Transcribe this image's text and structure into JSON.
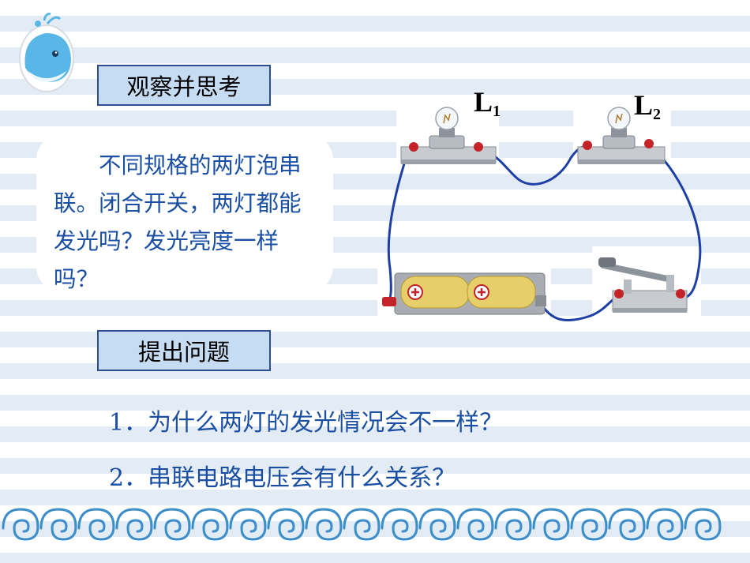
{
  "section1": {
    "title": "观察并思考"
  },
  "bubble": {
    "text": "不同规格的两灯泡串联。闭合开关，两灯都能发光吗？发光亮度一样吗？"
  },
  "section2": {
    "title": "提出问题"
  },
  "questions": [
    {
      "text": "1．为什么两灯的发光情况会不一样？"
    },
    {
      "text": "2．串联电路电压会有什么关系？"
    }
  ],
  "circuit": {
    "lamp1": {
      "letter": "L",
      "subscript": "1"
    },
    "lamp2": {
      "letter": "L",
      "subscript": "2"
    }
  },
  "icons": {
    "mascot": "whale-icon",
    "lamp": "bulb-icon",
    "battery": "battery-icon",
    "switch": "knife-switch-icon",
    "border": "swirl-border"
  },
  "colors": {
    "accent": "#1a4fa3",
    "box_fill": "#c6dcf2",
    "box_border": "#2c4d8f",
    "wire": "#1d3fa6"
  }
}
